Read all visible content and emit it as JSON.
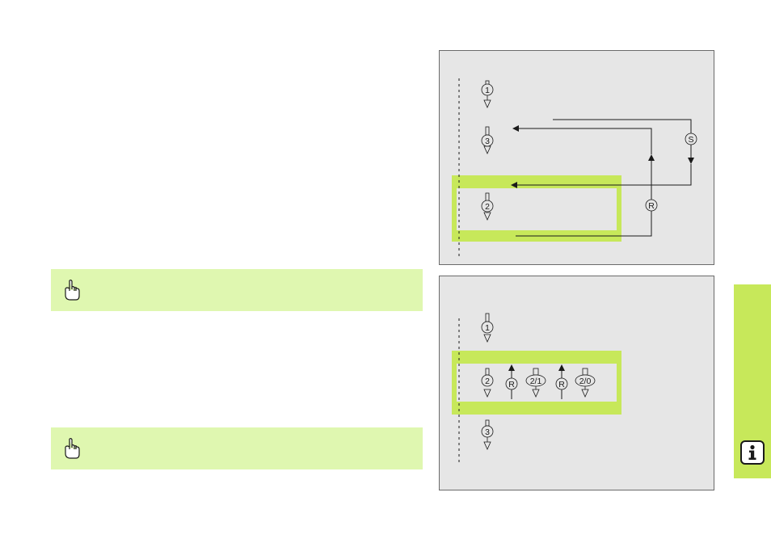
{
  "diagram_top": {
    "steps": [
      {
        "label": "1"
      },
      {
        "label": "3"
      },
      {
        "label": "2"
      }
    ],
    "markers": {
      "skip": "S",
      "repeat": "R"
    }
  },
  "diagram_bottom": {
    "steps": [
      {
        "label": "1"
      },
      {
        "label": "2"
      },
      {
        "label": "R"
      },
      {
        "label": "2/1"
      },
      {
        "label": "R"
      },
      {
        "label": "2/0"
      },
      {
        "label": "3"
      }
    ]
  },
  "colors": {
    "highlight": "#c7e85a",
    "note_bg": "#dff7b0",
    "diagram_bg": "#e6e6e6",
    "side_tab": "#c7e85a"
  },
  "icons": {
    "note_1": "pointing-hand-icon",
    "note_2": "pointing-hand-icon",
    "side": "info-icon"
  }
}
